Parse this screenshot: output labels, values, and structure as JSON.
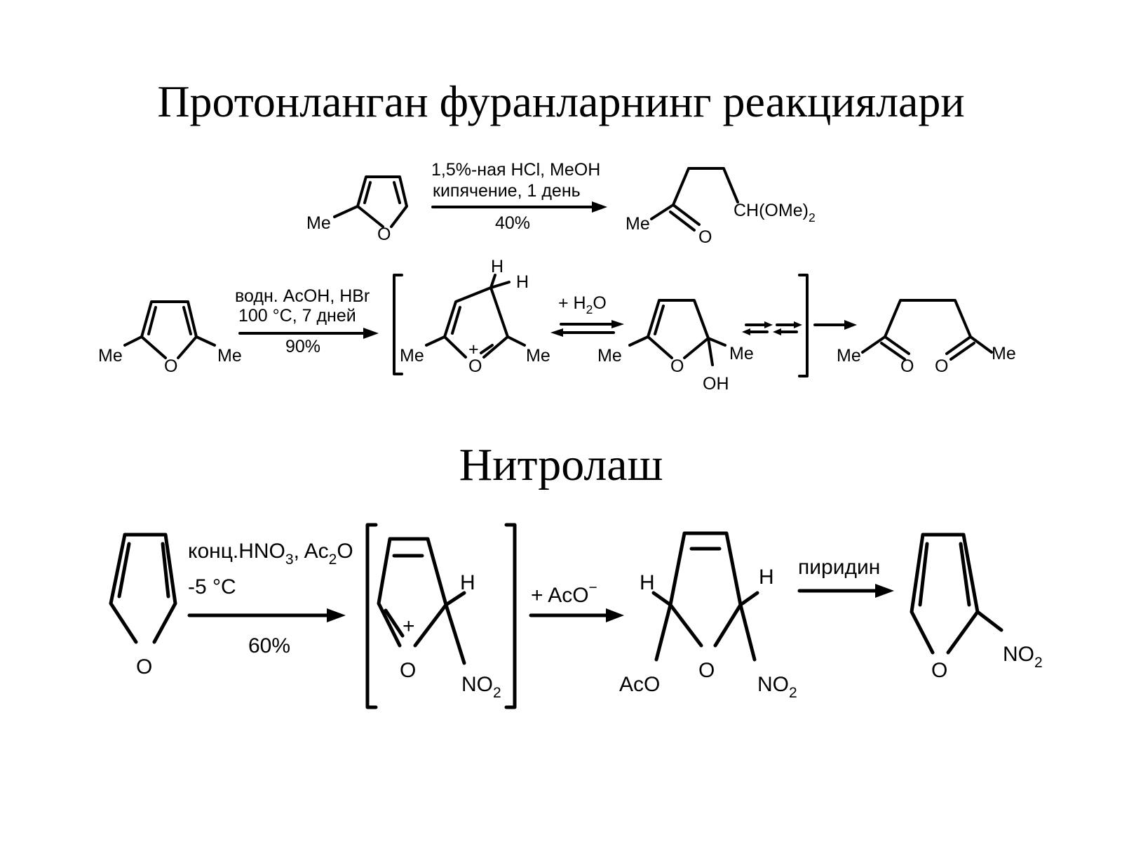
{
  "slide": {
    "title_protonated": "Протонланган фуранларнинг реакциялари",
    "title_nitration": "Нитролаш"
  },
  "labels": {
    "me": "Me",
    "o": "O",
    "h": "H",
    "oh": "OH",
    "plus": "+",
    "ch_ome2": "CH(OMe)",
    "ch_ome2_sub": "2",
    "aco": "AcO",
    "no": "NO",
    "no_sub": "2"
  },
  "reaction1": {
    "cond_line1": "1,5%-ная HCl, MeOH",
    "cond_line2": "кипячение, 1 день",
    "yield": "40%"
  },
  "reaction2": {
    "cond_line1": "водн. AcOH, HBr",
    "cond_line2": "100 °C, 7 дней",
    "yield": "90%",
    "water_prefix": "+ H",
    "water_sub": "2",
    "water_suffix": "O"
  },
  "reaction3": {
    "cond_line1_a": "конц.HNO",
    "cond_line1_sub1": "3",
    "cond_line1_b": ", Ac",
    "cond_line1_sub2": "2",
    "cond_line1_c": "O",
    "cond_line2": "-5 °C",
    "yield": "60%",
    "acetate": "+ AcO",
    "acetate_charge": "−",
    "pyridine": "пиридин"
  }
}
